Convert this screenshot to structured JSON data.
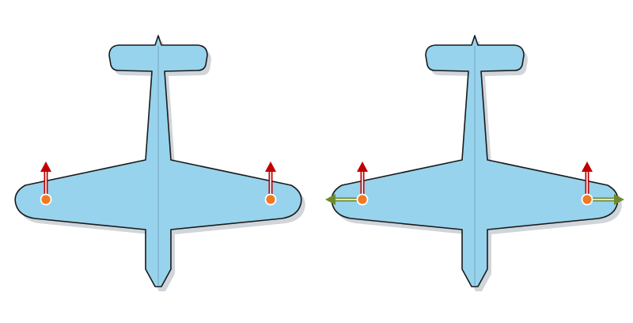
{
  "colors": {
    "plane_fill": "#97d3ec",
    "plane_outline": "#1a1a1a",
    "plane_shadow": "#cfd5da",
    "center_line": "#6f9fb6",
    "lift_arrow": "#c00000",
    "side_arrow": "#6e8a2e",
    "point_fill": "#f07a22",
    "point_outline": "#ffffff"
  },
  "panels": [
    {
      "id": "left",
      "arrows": [
        "up"
      ]
    },
    {
      "id": "right",
      "arrows": [
        "up",
        "outward"
      ]
    }
  ],
  "icons": {
    "airplane": "airplane-top-view-icon",
    "lift": "upward-arrow-icon",
    "side": "horizontal-arrow-icon",
    "point": "application-point-dot"
  }
}
